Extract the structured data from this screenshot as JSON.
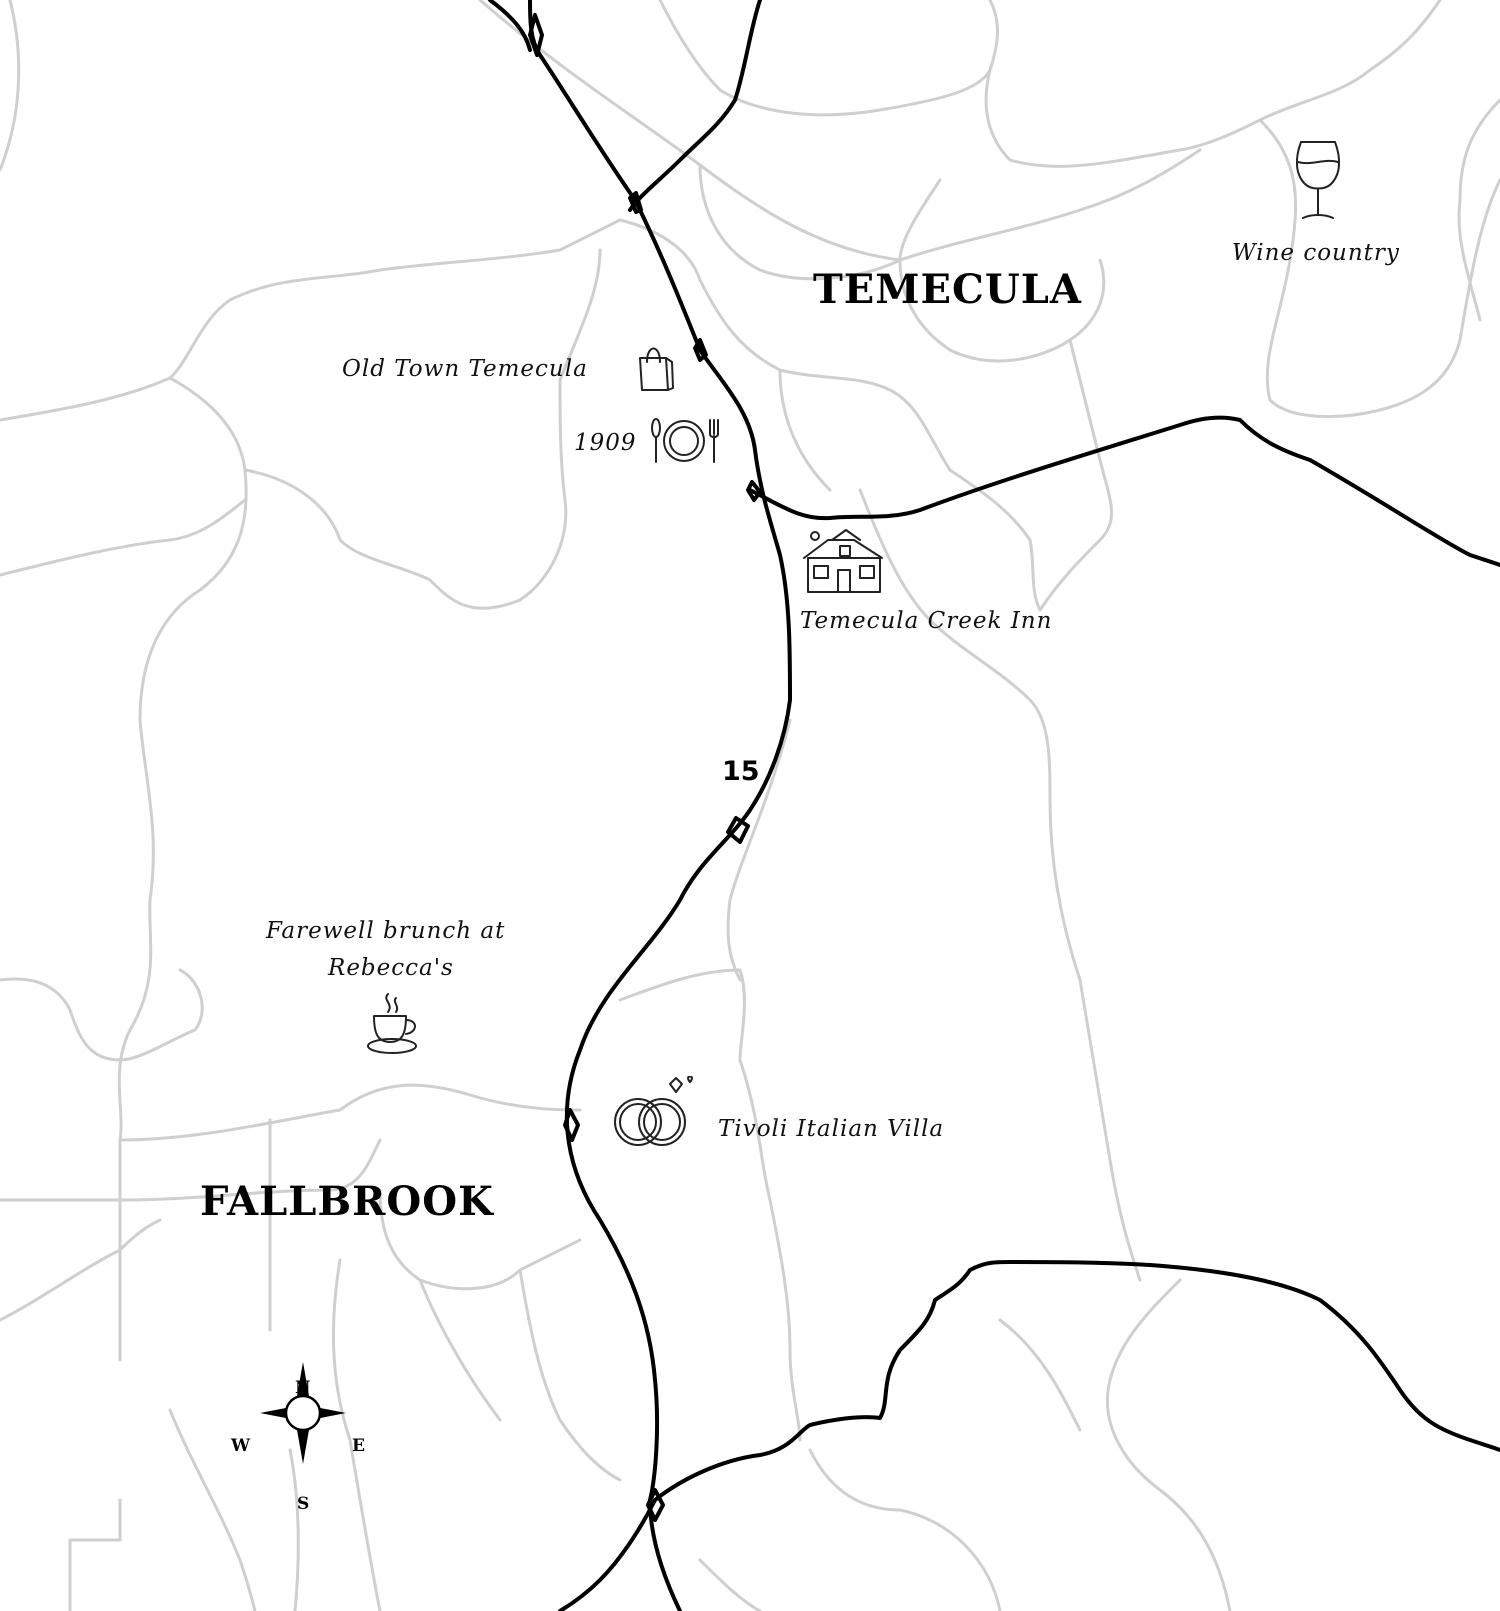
{
  "cities": {
    "temecula": "TEMECULA",
    "fallbrook": "FALLBROOK"
  },
  "places": {
    "wine_country": "Wine country",
    "old_town": "Old Town Temecula",
    "restaurant_1909": "1909",
    "creek_inn": "Temecula Creek Inn",
    "brunch_line1": "Farewell brunch at",
    "brunch_line2": "Rebecca's",
    "tivoli": "Tivoli Italian Villa"
  },
  "route": {
    "number": "15"
  },
  "compass": {
    "north": "N",
    "south": "S",
    "east": "E",
    "west": "W"
  },
  "icons": {
    "wine": "wine-glass-icon",
    "shopping": "shopping-bag-icon",
    "dining": "plate-fork-spoon-icon",
    "lodging": "house-icon",
    "coffee": "coffee-cup-icon",
    "wedding": "wedding-rings-icon",
    "compass": "compass-rose-icon"
  },
  "colors": {
    "major_road": "#000000",
    "minor_road": "#cfcfcf",
    "background": "#ffffff"
  }
}
